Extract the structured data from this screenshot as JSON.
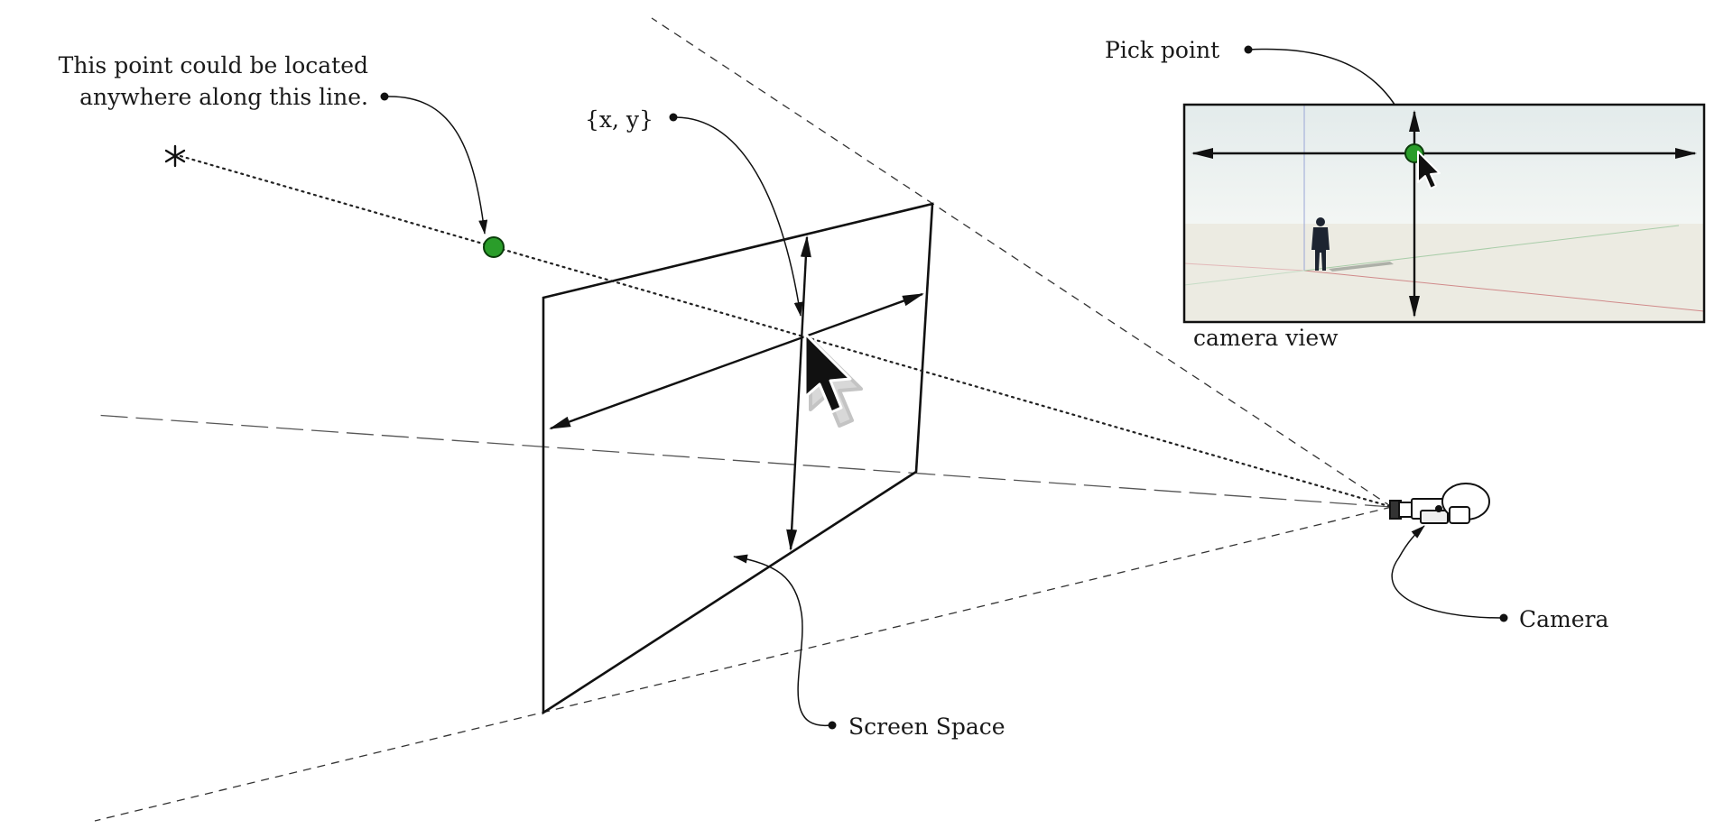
{
  "labels": {
    "ray_note_line1": "This point could be located",
    "ray_note_line2": "anywhere along this line.",
    "coord": "{x, y}",
    "pick_point": "Pick point",
    "camera_view": "camera view",
    "camera": "Camera",
    "screen_space": "Screen Space"
  },
  "icons": {
    "cursor": "mouse-pointer-icon",
    "camera": "camera-icon",
    "asterisk": "asterisk-icon"
  },
  "colors": {
    "point_fill": "#2a9d2a",
    "point_stroke": "#0b3d0b",
    "sky_top": "#e8eeee",
    "ground": "#ecebe2",
    "red_axis": "#d08a8a",
    "green_axis": "#8fbf8f",
    "blue_axis": "#9aa6d6"
  }
}
